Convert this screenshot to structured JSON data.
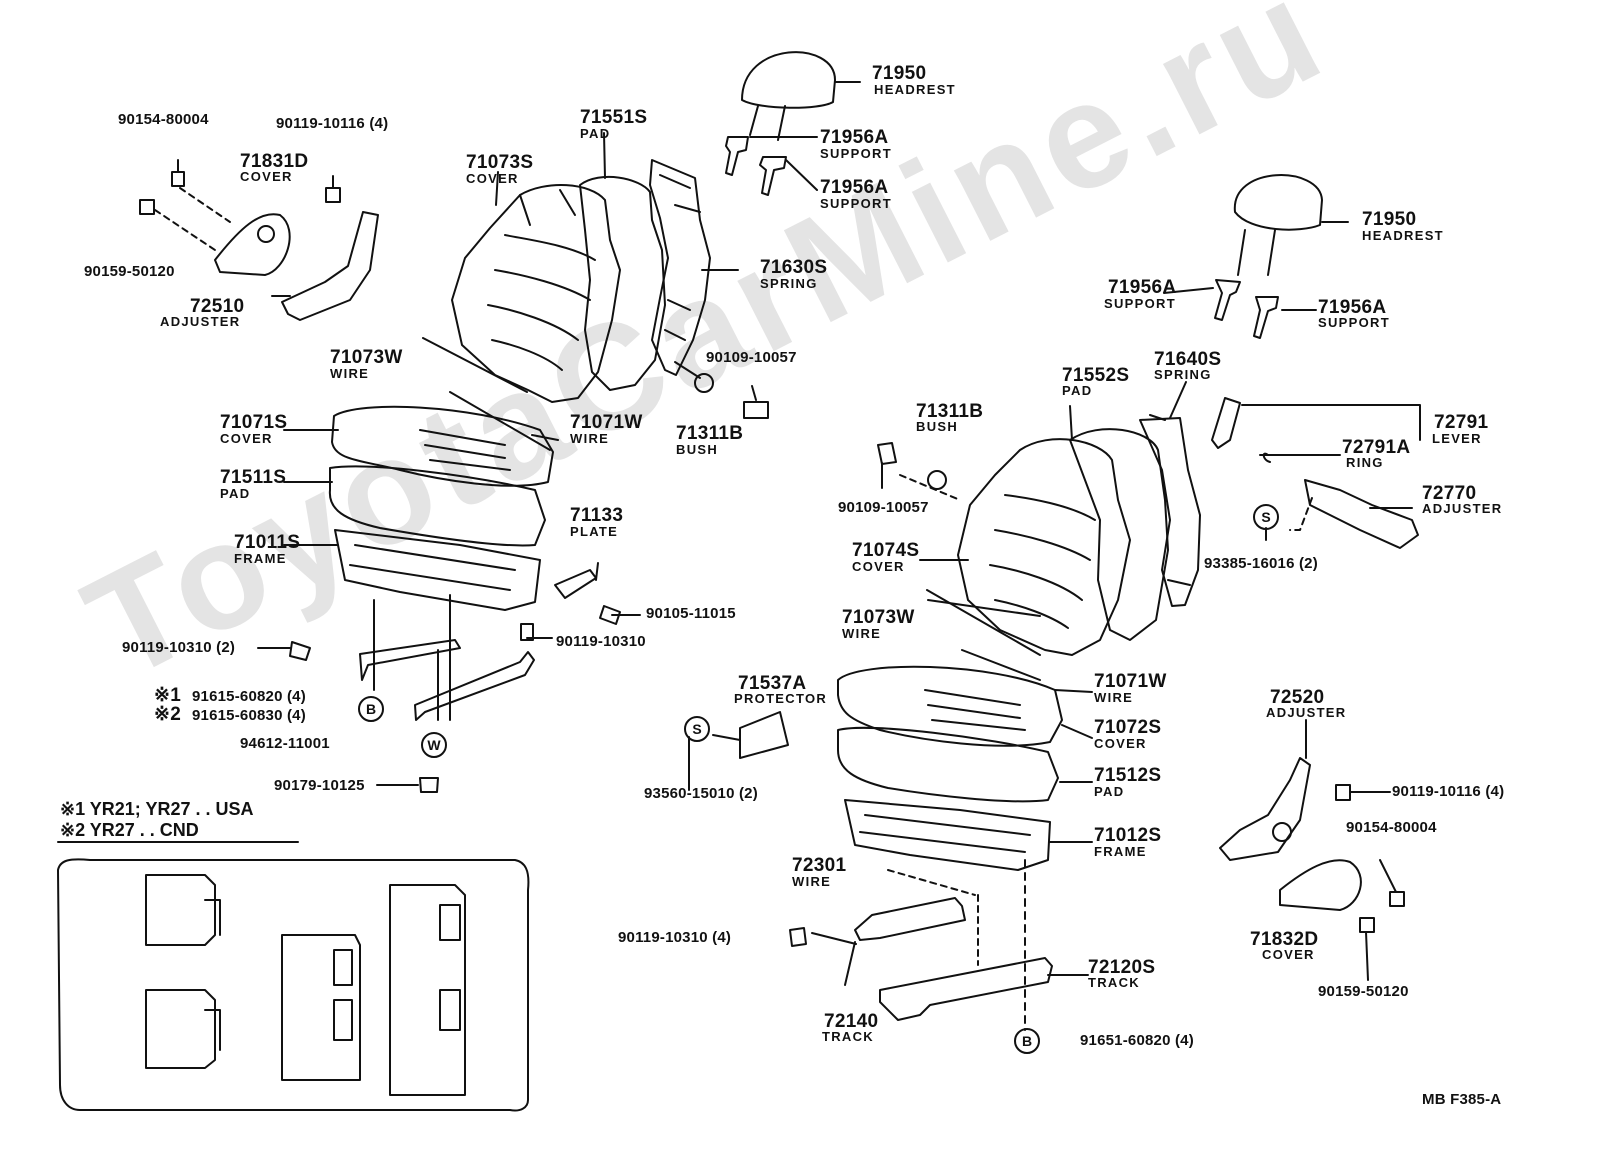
{
  "watermark": "ToyotaCarMine.ru",
  "footer_code": "MB  F385-A",
  "notes": {
    "n1": "※1 YR21; YR27 . . USA",
    "n2": "※2 YR27 . . CND"
  },
  "markers": {
    "B": "B",
    "W": "W",
    "S": "S"
  },
  "left_seat": {
    "headrest": {
      "num": "71950",
      "desc": "HEADREST"
    },
    "support1": {
      "num": "71956A",
      "desc": "SUPPORT"
    },
    "support2": {
      "num": "71956A",
      "desc": "SUPPORT"
    },
    "pad_back": {
      "num": "71551S",
      "desc": "PAD"
    },
    "cover_back": {
      "num": "71073S",
      "desc": "COVER"
    },
    "spring": {
      "num": "71630S",
      "desc": "SPRING"
    },
    "wire_back": {
      "num": "71073W",
      "desc": "WIRE"
    },
    "bolt_10057": "90109-10057",
    "bush": {
      "num": "71311B",
      "desc": "BUSH"
    },
    "cover_seat": {
      "num": "71071S",
      "desc": "COVER"
    },
    "wire_seat": {
      "num": "71071W",
      "desc": "WIRE"
    },
    "pad_seat": {
      "num": "71511S",
      "desc": "PAD"
    },
    "frame": {
      "num": "71011S",
      "desc": "FRAME"
    },
    "plate": {
      "num": "71133",
      "desc": "PLATE"
    },
    "bolt_11015": "90105-11015",
    "bolt_10310_2": "90119-10310 (2)",
    "bolt_10310": "90119-10310",
    "nut_60820": "91615-60820 (4)",
    "nut_60830": "91615-60830 (4)",
    "mark1": "※1",
    "mark2": "※2",
    "washer": "94612-11001",
    "clip": "90179-10125",
    "screw_80004": "90154-80004",
    "bolt_10116": "90119-10116 (4)",
    "cover_hinge": {
      "num": "71831D",
      "desc": "COVER"
    },
    "screw_50120": "90159-50120",
    "adjuster": {
      "num": "72510",
      "desc": "ADJUSTER"
    },
    "protector": {
      "num": "71537A",
      "desc": "PROTECTOR"
    },
    "screw_15010": "93560-15010 (2)"
  },
  "right_seat": {
    "headrest": {
      "num": "71950",
      "desc": "HEADREST"
    },
    "support1": {
      "num": "71956A",
      "desc": "SUPPORT"
    },
    "support2": {
      "num": "71956A",
      "desc": "SUPPORT"
    },
    "spring": {
      "num": "71640S",
      "desc": "SPRING"
    },
    "pad_back": {
      "num": "71552S",
      "desc": "PAD"
    },
    "bush": {
      "num": "71311B",
      "desc": "BUSH"
    },
    "bolt_10057": "90109-10057",
    "lever": {
      "num": "72791",
      "desc": "LEVER"
    },
    "ring": {
      "num": "72791A",
      "desc": "RING"
    },
    "adjuster_72770": {
      "num": "72770",
      "desc": "ADJUSTER"
    },
    "screw_16016": "93385-16016 (2)",
    "cover_back": {
      "num": "71074S",
      "desc": "COVER"
    },
    "wire_back": {
      "num": "71073W",
      "desc": "WIRE"
    },
    "wire_seat": {
      "num": "71071W",
      "desc": "WIRE"
    },
    "cover_seat": {
      "num": "71072S",
      "desc": "COVER"
    },
    "pad_seat": {
      "num": "71512S",
      "desc": "PAD"
    },
    "frame": {
      "num": "71012S",
      "desc": "FRAME"
    },
    "wire_track": {
      "num": "72301",
      "desc": "WIRE"
    },
    "bolt_10310_4": "90119-10310 (4)",
    "track_72120": {
      "num": "72120S",
      "desc": "TRACK"
    },
    "track_72140": {
      "num": "72140",
      "desc": "TRACK"
    },
    "nut_60820": "91651-60820 (4)",
    "adjuster_72520": {
      "num": "72520",
      "desc": "ADJUSTER"
    },
    "bolt_10116": "90119-10116 (4)",
    "screw_80004": "90154-80004",
    "cover_hinge": {
      "num": "71832D",
      "desc": "COVER"
    },
    "screw_50120": "90159-50120"
  }
}
